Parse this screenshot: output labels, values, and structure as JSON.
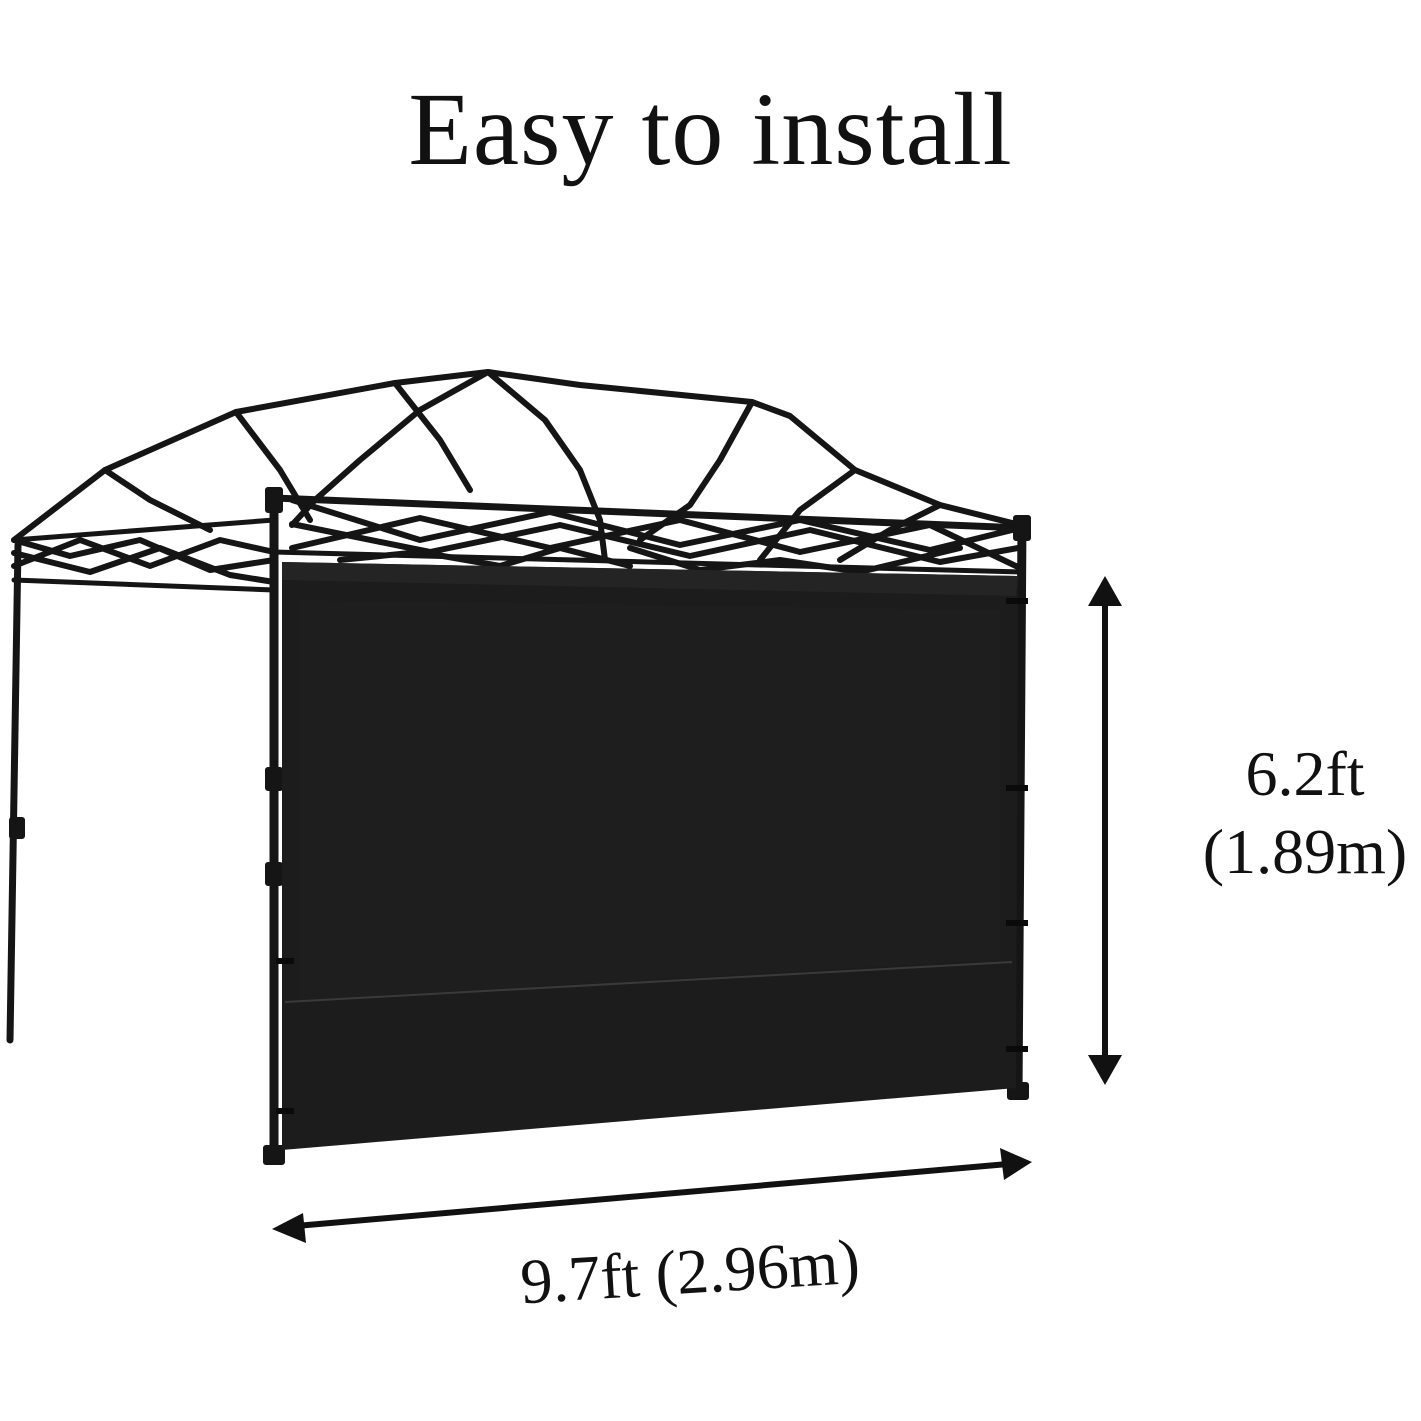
{
  "heading": "Easy to install",
  "dimensions": {
    "height_ft": "6.2ft",
    "height_m": "(1.89m)",
    "width": "9.7ft (2.96m)"
  },
  "colors": {
    "background": "#ffffff",
    "frame": "#151515",
    "panel": "#1c1c1c",
    "text": "#111111"
  },
  "icons": {
    "height_arrow": "double-headed-vertical-arrow",
    "width_arrow": "double-headed-horizontal-arrow"
  }
}
